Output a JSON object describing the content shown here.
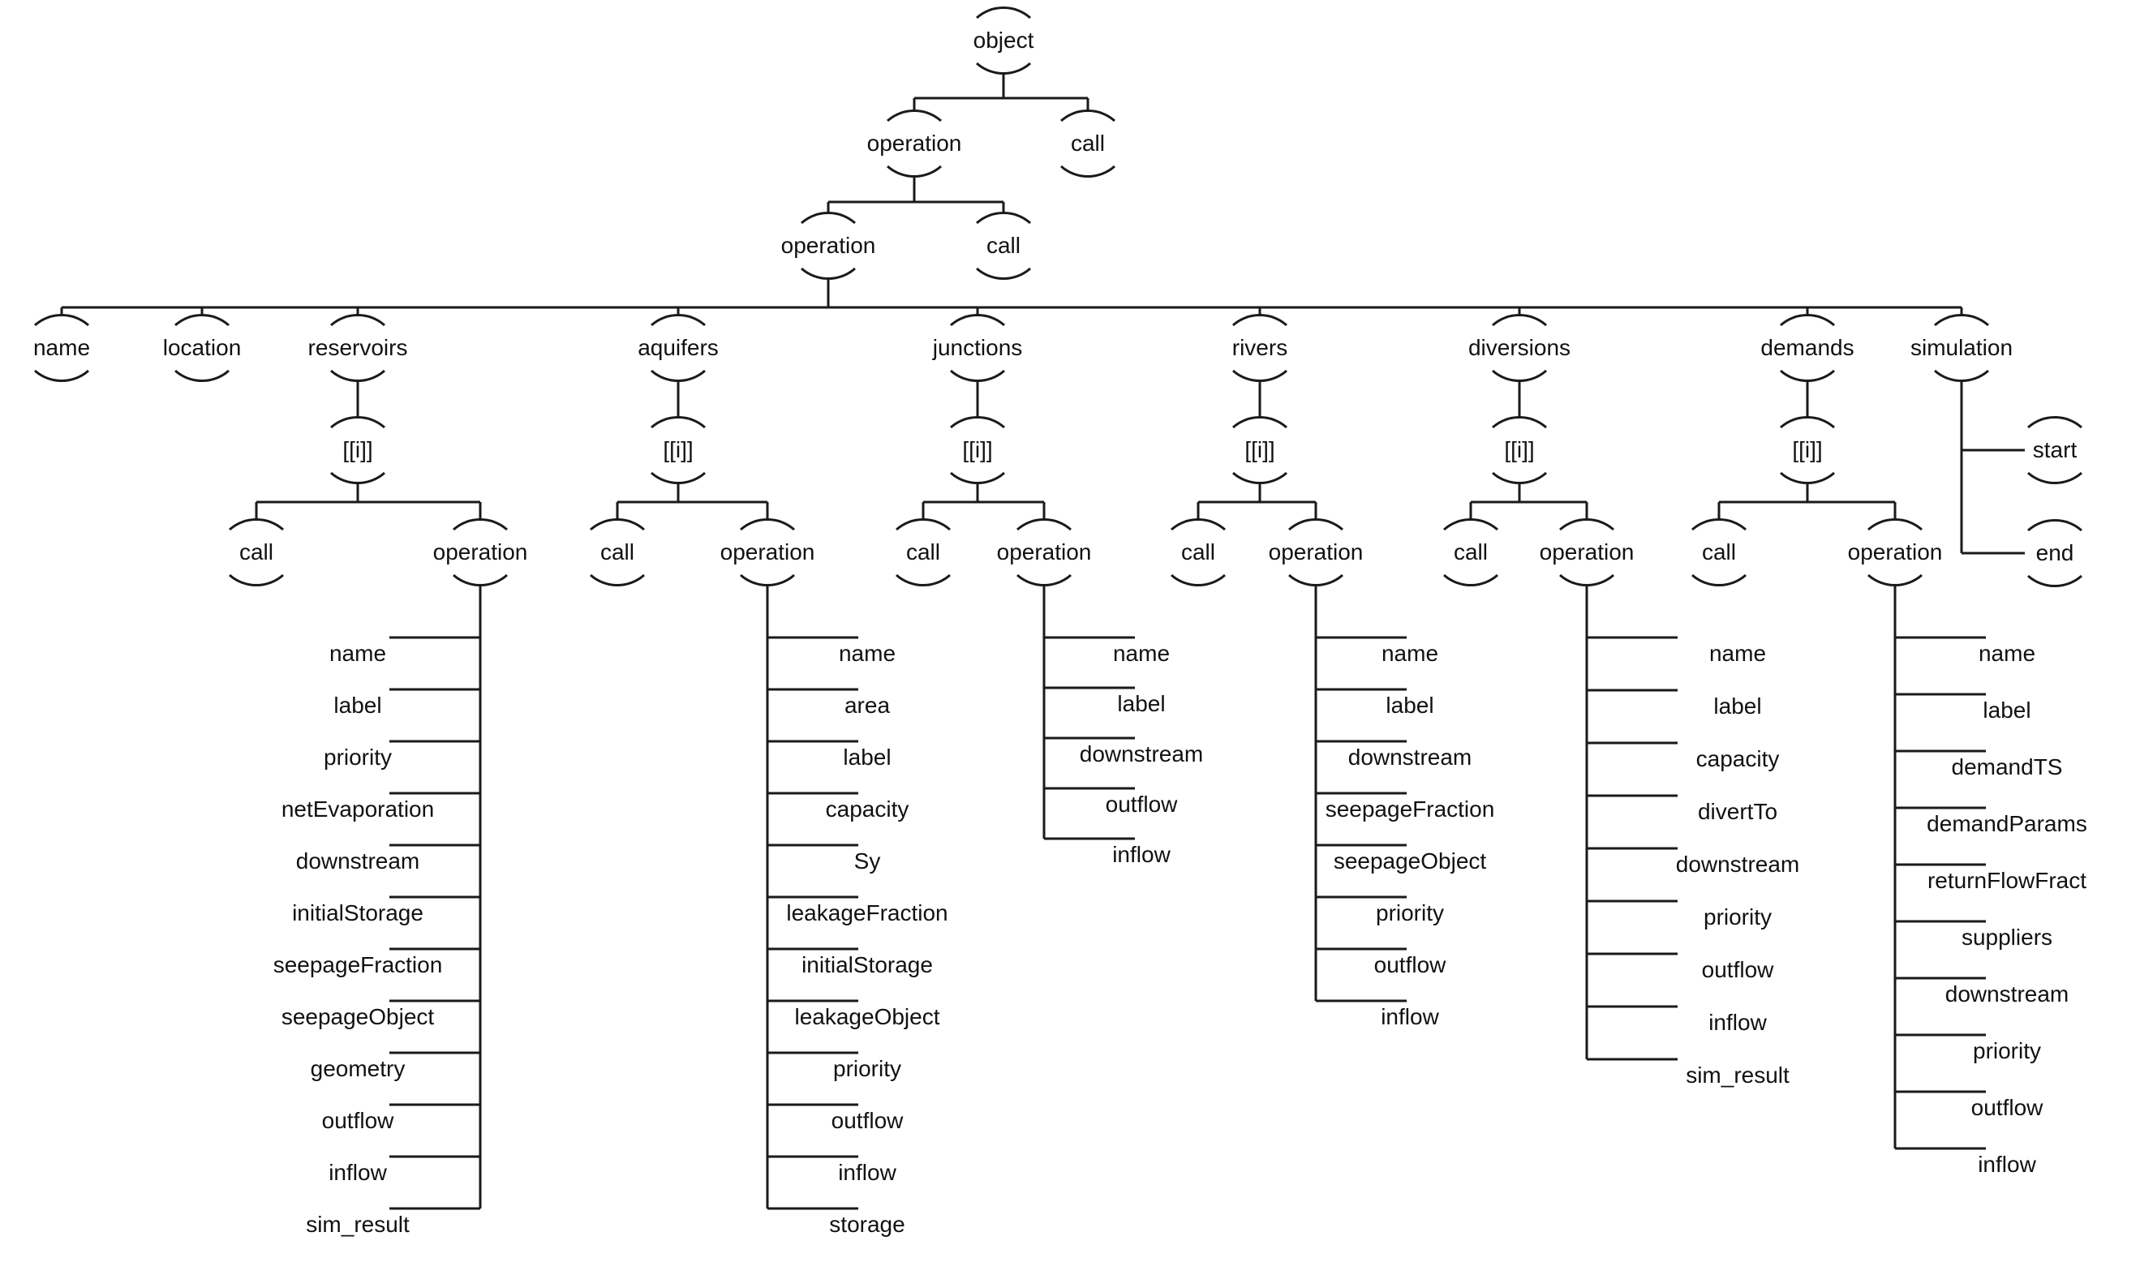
{
  "nodes": {
    "object": "object",
    "operation_l1": "operation",
    "call_l1": "call",
    "operation_l2": "operation",
    "call_l2": "call"
  },
  "categories": [
    {
      "id": "name",
      "label": "name"
    },
    {
      "id": "location",
      "label": "location"
    },
    {
      "id": "reservoirs",
      "label": "reservoirs",
      "index": "[[i]]",
      "call": "call",
      "operation": "operation",
      "attributes": [
        "name",
        "label",
        "priority",
        "netEvaporation",
        "downstream",
        "initialStorage",
        "seepageFraction",
        "seepageObject",
        "geometry",
        "outflow",
        "inflow",
        "sim_result"
      ]
    },
    {
      "id": "aquifers",
      "label": "aquifers",
      "index": "[[i]]",
      "call": "call",
      "operation": "operation",
      "attributes": [
        "name",
        "area",
        "label",
        "capacity",
        "Sy",
        "leakageFraction",
        "initialStorage",
        "leakageObject",
        "priority",
        "outflow",
        "inflow",
        "storage"
      ]
    },
    {
      "id": "junctions",
      "label": "junctions",
      "index": "[[i]]",
      "call": "call",
      "operation": "operation",
      "attributes": [
        "name",
        "label",
        "downstream",
        "outflow",
        "inflow"
      ]
    },
    {
      "id": "rivers",
      "label": "rivers",
      "index": "[[i]]",
      "call": "call",
      "operation": "operation",
      "attributes": [
        "name",
        "label",
        "downstream",
        "seepageFraction",
        "seepageObject",
        "priority",
        "outflow",
        "inflow"
      ]
    },
    {
      "id": "diversions",
      "label": "diversions",
      "index": "[[i]]",
      "call": "call",
      "operation": "operation",
      "attributes": [
        "name",
        "label",
        "capacity",
        "divertTo",
        "downstream",
        "priority",
        "outflow",
        "inflow",
        "sim_result"
      ]
    },
    {
      "id": "demands",
      "label": "demands",
      "index": "[[i]]",
      "call": "call",
      "operation": "operation",
      "attributes": [
        "name",
        "label",
        "demandTS",
        "demandParams",
        "returnFlowFract",
        "suppliers",
        "downstream",
        "priority",
        "outflow",
        "inflow"
      ]
    },
    {
      "id": "simulation",
      "label": "simulation",
      "start": "start",
      "end": "end"
    }
  ]
}
